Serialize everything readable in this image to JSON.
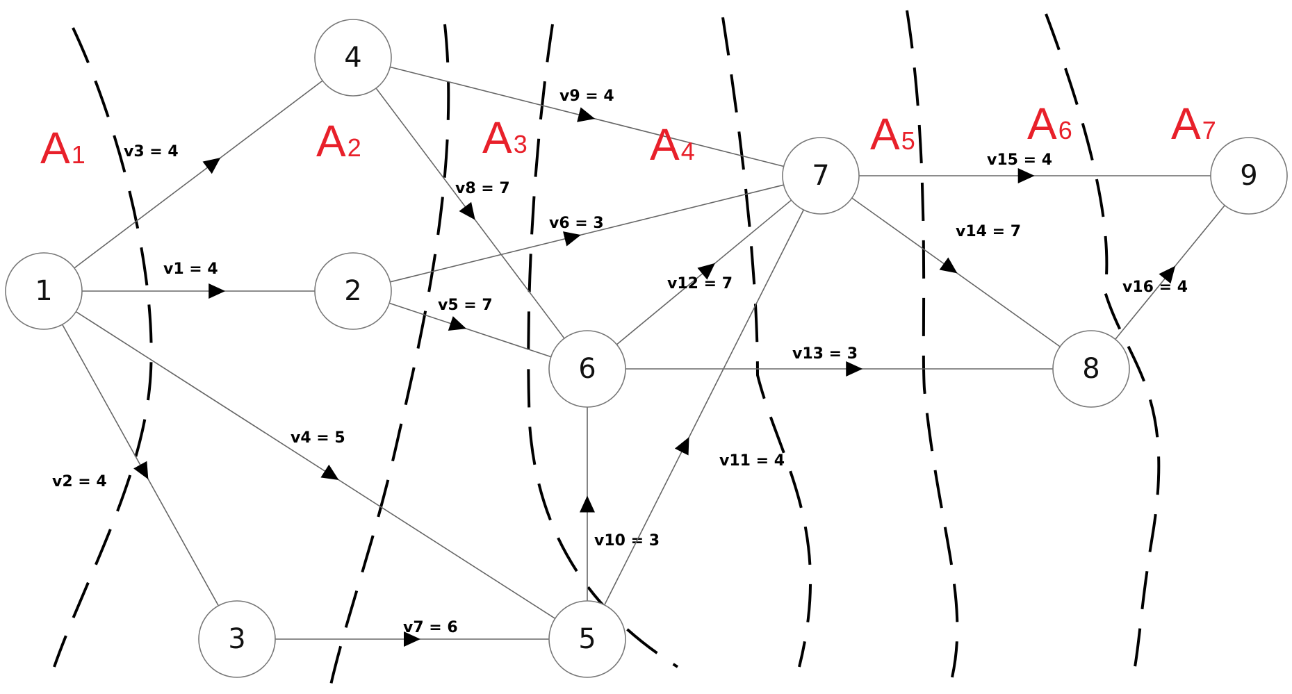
{
  "nodes": [
    {
      "id": "1",
      "label": "1"
    },
    {
      "id": "2",
      "label": "2"
    },
    {
      "id": "3",
      "label": "3"
    },
    {
      "id": "4",
      "label": "4"
    },
    {
      "id": "5",
      "label": "5"
    },
    {
      "id": "6",
      "label": "6"
    },
    {
      "id": "7",
      "label": "7"
    },
    {
      "id": "8",
      "label": "8"
    },
    {
      "id": "9",
      "label": "9"
    }
  ],
  "edges": [
    {
      "from": "1",
      "to": "2",
      "label": "v1 = 4"
    },
    {
      "from": "1",
      "to": "3",
      "label": "v2 = 4"
    },
    {
      "from": "1",
      "to": "4",
      "label": "v3 = 4"
    },
    {
      "from": "1",
      "to": "5",
      "label": "v4 = 5"
    },
    {
      "from": "2",
      "to": "6",
      "label": "v5 = 7"
    },
    {
      "from": "2",
      "to": "7",
      "label": "v6 = 3"
    },
    {
      "from": "3",
      "to": "5",
      "label": "v7 = 6"
    },
    {
      "from": "4",
      "to": "6",
      "label": "v8 = 7"
    },
    {
      "from": "4",
      "to": "7",
      "label": "v9 = 4"
    },
    {
      "from": "5",
      "to": "6",
      "label": "v10 = 3"
    },
    {
      "from": "5",
      "to": "7",
      "label": "v11 = 4"
    },
    {
      "from": "6",
      "to": "7",
      "label": "v12 = 7"
    },
    {
      "from": "6",
      "to": "8",
      "label": "v13 = 3"
    },
    {
      "from": "7",
      "to": "8",
      "label": "v14 = 7"
    },
    {
      "from": "7",
      "to": "9",
      "label": "v15 = 4"
    },
    {
      "from": "8",
      "to": "9",
      "label": "v16 = 4"
    }
  ],
  "regions": [
    {
      "letter": "A",
      "sub": "1"
    },
    {
      "letter": "A",
      "sub": "2"
    },
    {
      "letter": "A",
      "sub": "3"
    },
    {
      "letter": "A",
      "sub": "4"
    },
    {
      "letter": "A",
      "sub": "5"
    },
    {
      "letter": "A",
      "sub": "6"
    },
    {
      "letter": "A",
      "sub": "7"
    }
  ],
  "colors": {
    "region_label": "#e8202a",
    "arrow": "#000000"
  }
}
